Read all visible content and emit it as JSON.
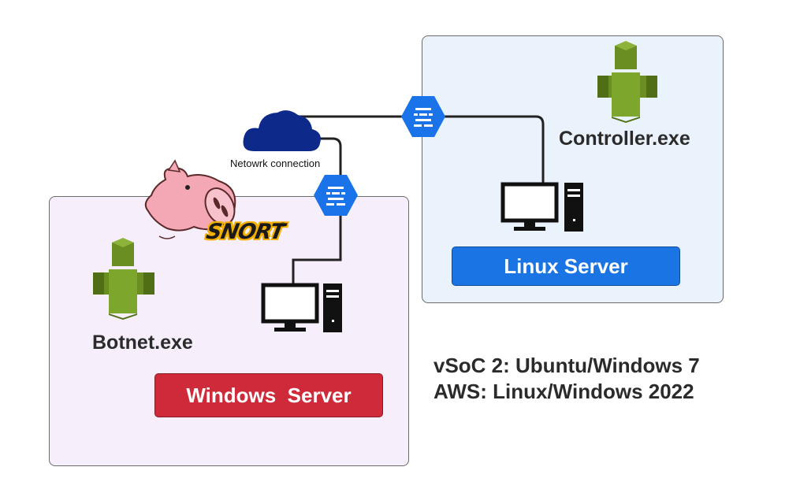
{
  "zones": {
    "windows": {
      "server_label": "Windows  Server",
      "exe_label": "Botnet.exe"
    },
    "linux": {
      "server_label": "Linux Server",
      "exe_label": "Controller.exe"
    }
  },
  "network": {
    "label": "Netowrk connection"
  },
  "snort": {
    "logo_text": "SNORT",
    "registered": "®"
  },
  "notes": {
    "line1": "vSoC 2: Ubuntu/Windows 7",
    "line2": "AWS: Linux/Windows 2022"
  },
  "colors": {
    "windows_zone_bg": "#f6eefb",
    "linux_zone_bg": "#eaf2fb",
    "windows_server": "#cf2a3a",
    "linux_server": "#1b74e4",
    "aws_green": "#6b8e23",
    "gateway_blue": "#1a73e8",
    "cloud_navy": "#0d2a8a"
  },
  "icons": [
    "aws-resource-icon",
    "desktop-computer-icon",
    "cloud-icon",
    "gateway-hexagon-icon",
    "snort-pig-logo"
  ]
}
